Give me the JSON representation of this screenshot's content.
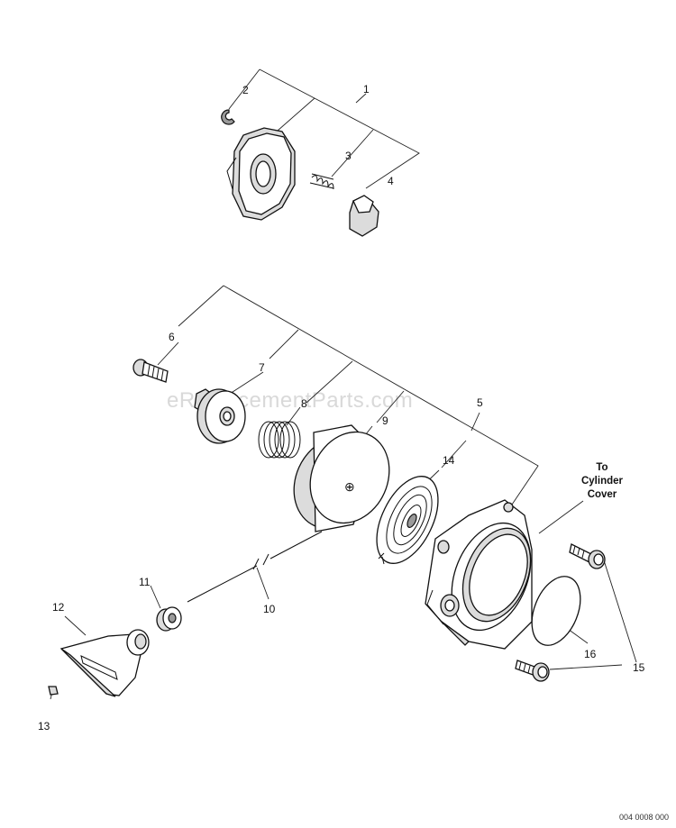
{
  "watermark": "eReplacementParts.com",
  "drawing_code": "004 0008 000",
  "callouts": {
    "p1": "1",
    "p2": "2",
    "p3": "3",
    "p4": "4",
    "p5": "5",
    "p6": "6",
    "p7": "7",
    "p8": "8",
    "p9": "9",
    "p10": "10",
    "p11": "11",
    "p12": "12",
    "p13": "13",
    "p14": "14",
    "p15": "15",
    "p16": "16"
  },
  "note": {
    "line1": "To",
    "line2": "Cylinder",
    "line3": "Cover"
  }
}
